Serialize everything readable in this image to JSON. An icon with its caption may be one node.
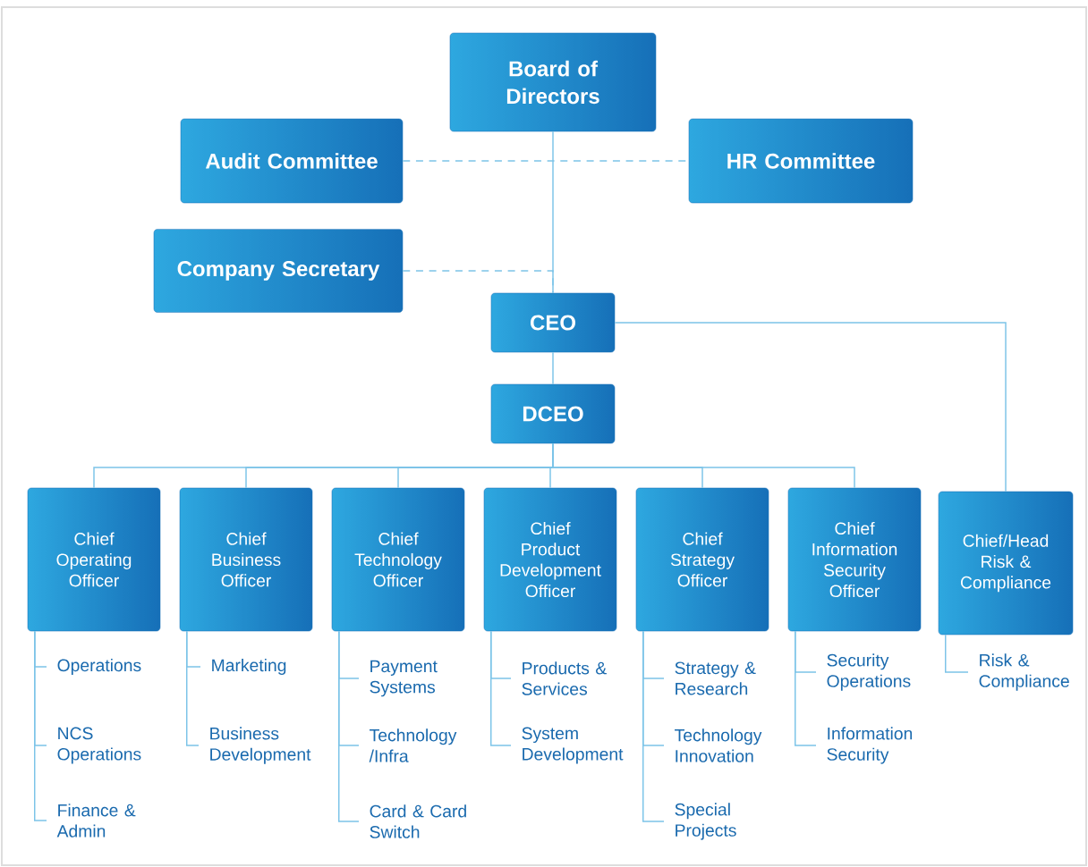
{
  "diagram": {
    "nodes": [
      {
        "text": [
          "Board of Directors"
        ]
      },
      {
        "text": [
          "Audit Committee"
        ]
      },
      {
        "text": [
          "HR Committee"
        ]
      },
      {
        "text": [
          "Company Secretary"
        ]
      },
      {
        "text": [
          "CEO"
        ]
      },
      {
        "text": [
          "DCEO"
        ]
      },
      {
        "text": [
          "Chief Operating Officer"
        ]
      },
      {
        "text": [
          "Chief Business Officer"
        ]
      },
      {
        "text": [
          "Chief Technology Officer"
        ]
      },
      {
        "text": [
          "Chief Product Development Officer"
        ]
      },
      {
        "text": [
          "Chief Strategy Officer"
        ]
      },
      {
        "text": [
          "Chief Information Security Officer"
        ]
      },
      {
        "text": [
          "Chief/Head Risk & Compliance"
        ]
      },
      {
        "text": [
          "Operations"
        ]
      },
      {
        "text": [
          "NCS Operations"
        ]
      },
      {
        "text": [
          "Finance & Admin"
        ]
      },
      {
        "text": [
          "Marketing"
        ]
      },
      {
        "text": [
          "Business Development"
        ]
      },
      {
        "text": [
          "Payment Systems"
        ]
      },
      {
        "text": [
          "Technology /Infra"
        ]
      },
      {
        "text": [
          "Card & Card Switch"
        ]
      },
      {
        "text": [
          "Products & Services"
        ]
      },
      {
        "text": [
          "System Development"
        ]
      },
      {
        "text": [
          "Strategy & Research"
        ]
      },
      {
        "text": [
          "Technology Innovation"
        ]
      },
      {
        "text": [
          "Special Projects"
        ]
      },
      {
        "text": [
          "Security Operations"
        ]
      },
      {
        "text": [
          "Information Security"
        ]
      },
      {
        "text": [
          "Risk & Compliance"
        ]
      }
    ],
    "edges": [
      {
        "from": 0,
        "to": 4,
        "arrow": "none"
      },
      {
        "from": 1,
        "to": 2,
        "arrow": "none",
        "style": "dashed"
      },
      {
        "from": 3,
        "to": 4,
        "arrow": "none",
        "style": "dashed"
      },
      {
        "from": 4,
        "to": 5,
        "arrow": "none"
      },
      {
        "from": 4,
        "to": 12,
        "arrow": "none"
      },
      {
        "from": 5,
        "to": 6,
        "arrow": "none"
      },
      {
        "from": 5,
        "to": 7,
        "arrow": "none"
      },
      {
        "from": 5,
        "to": 8,
        "arrow": "none"
      },
      {
        "from": 5,
        "to": 9,
        "arrow": "none"
      },
      {
        "from": 5,
        "to": 10,
        "arrow": "none"
      },
      {
        "from": 5,
        "to": 11,
        "arrow": "none"
      },
      {
        "from": 6,
        "to": 13,
        "arrow": "none"
      },
      {
        "from": 6,
        "to": 14,
        "arrow": "none"
      },
      {
        "from": 6,
        "to": 15,
        "arrow": "none"
      },
      {
        "from": 7,
        "to": 16,
        "arrow": "none"
      },
      {
        "from": 7,
        "to": 17,
        "arrow": "none"
      },
      {
        "from": 8,
        "to": 18,
        "arrow": "none"
      },
      {
        "from": 8,
        "to": 19,
        "arrow": "none"
      },
      {
        "from": 8,
        "to": 20,
        "arrow": "none"
      },
      {
        "from": 9,
        "to": 21,
        "arrow": "none"
      },
      {
        "from": 9,
        "to": 22,
        "arrow": "none"
      },
      {
        "from": 10,
        "to": 23,
        "arrow": "none"
      },
      {
        "from": 10,
        "to": 24,
        "arrow": "none"
      },
      {
        "from": 10,
        "to": 25,
        "arrow": "none"
      },
      {
        "from": 11,
        "to": 26,
        "arrow": "none"
      },
      {
        "from": 11,
        "to": 27,
        "arrow": "none"
      },
      {
        "from": 12,
        "to": 28,
        "arrow": "none"
      }
    ]
  }
}
